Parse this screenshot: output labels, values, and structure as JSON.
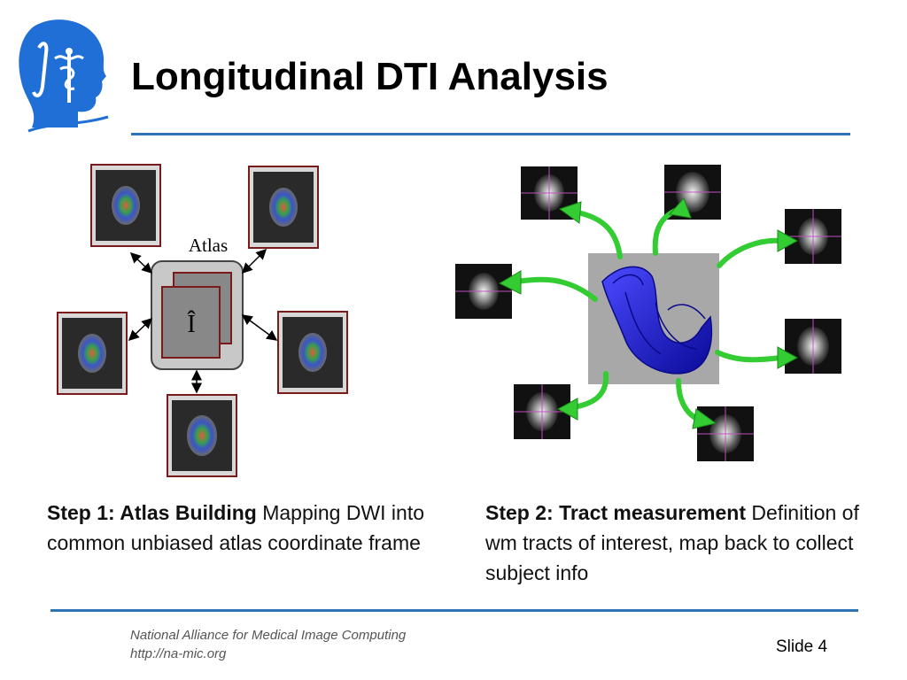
{
  "title": "Longitudinal DTI Analysis",
  "figure1": {
    "atlas_label": "Atlas",
    "atlas_symbol": "Î"
  },
  "captions": {
    "step1": {
      "heading": "Step 1: Atlas Building",
      "body": "Mapping DWI into common unbiased atlas coordinate frame"
    },
    "step2": {
      "heading": "Step 2: Tract measurement",
      "body": "Definition of wm tracts of interest, map back to collect subject info"
    }
  },
  "footer": {
    "org": "National Alliance for Medical Image Computing",
    "url": "http://na-mic.org",
    "slide": "Slide 4"
  },
  "colors": {
    "accent": "#2e74b5",
    "frame": "#7a1a1a",
    "arrow": "#33cc33",
    "tract": "#1a1acc"
  }
}
